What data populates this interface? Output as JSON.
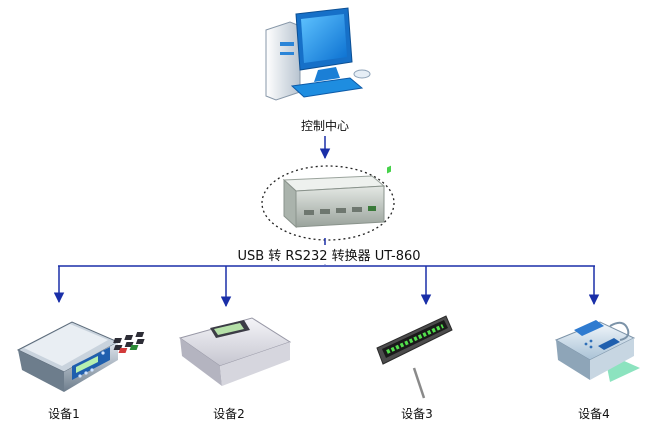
{
  "diagram": {
    "control_center_label": "控制中心",
    "converter_label": "USB 转 RS232 转换器 UT-860",
    "devices": [
      {
        "label": "设备1",
        "icon": "weighing-scale-icon"
      },
      {
        "label": "设备2",
        "icon": "keypad-terminal-icon"
      },
      {
        "label": "设备3",
        "icon": "led-display-sign-icon"
      },
      {
        "label": "设备4",
        "icon": "fax-machine-icon"
      }
    ],
    "colors": {
      "connector": "#1a2fa8",
      "monitor": "#1e8de0",
      "converter": "#c8cfc9"
    }
  }
}
